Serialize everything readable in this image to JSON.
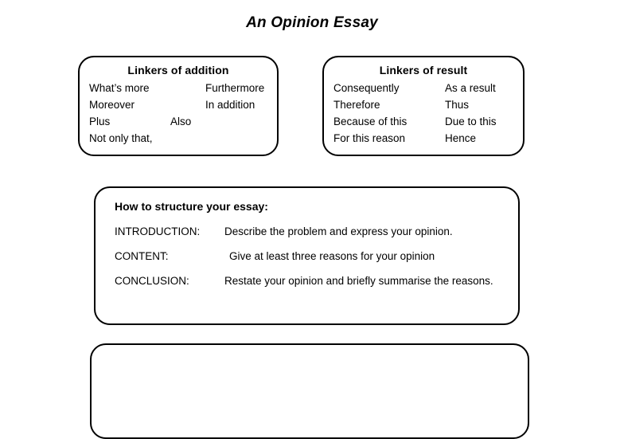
{
  "page": {
    "title": "An Opinion Essay"
  },
  "boxes": {
    "addition": {
      "heading": "Linkers of addition",
      "rows": [
        {
          "a": "What’s more",
          "mid": "",
          "b": "Furthermore"
        },
        {
          "a": "Moreover",
          "mid": "",
          "b": "In addition"
        },
        {
          "a": "Plus",
          "mid": "Also",
          "b": ""
        },
        {
          "a": "Not only that,",
          "mid": "",
          "b": ""
        }
      ]
    },
    "result": {
      "heading": "Linkers of result",
      "rows": [
        {
          "a": "Consequently",
          "mid": "",
          "b": "As a result"
        },
        {
          "a": "Therefore",
          "mid": "",
          "b": "Thus"
        },
        {
          "a": "Because of this",
          "mid": "",
          "b": "Due to this"
        },
        {
          "a": "For this reason",
          "mid": "",
          "b": "Hence"
        }
      ]
    },
    "structure": {
      "heading": "How to structure your essay:",
      "rows": [
        {
          "label": "INTRODUCTION:",
          "desc": "Describe the problem and express your opinion."
        },
        {
          "label": "CONTENT:",
          "desc": "Give at least three reasons for your opinion"
        },
        {
          "label": "CONCLUSION:",
          "desc": "Restate your opinion and briefly summarise the reasons."
        }
      ]
    }
  },
  "colors": {
    "background": "#ffffff",
    "text": "#000000",
    "border": "#000000"
  }
}
